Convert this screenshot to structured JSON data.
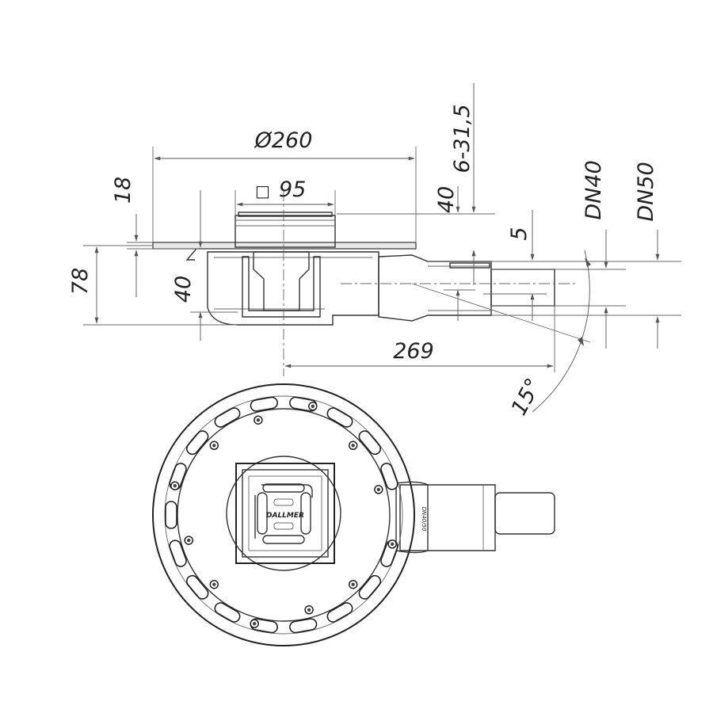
{
  "drawing": {
    "dimensions": {
      "diameter": "Ø260",
      "grate_prefix": "□",
      "grate": "95",
      "height_18": "18",
      "height_78": "78",
      "height_40_left": "40",
      "height_40_right": "40",
      "range": "6-31,5",
      "offset_5": "5",
      "dn40": "DN40",
      "dn50": "DN50",
      "length": "269",
      "angle": "15°"
    },
    "grate_brand": "DALLMER",
    "outlet_mark": "DN40/50"
  }
}
